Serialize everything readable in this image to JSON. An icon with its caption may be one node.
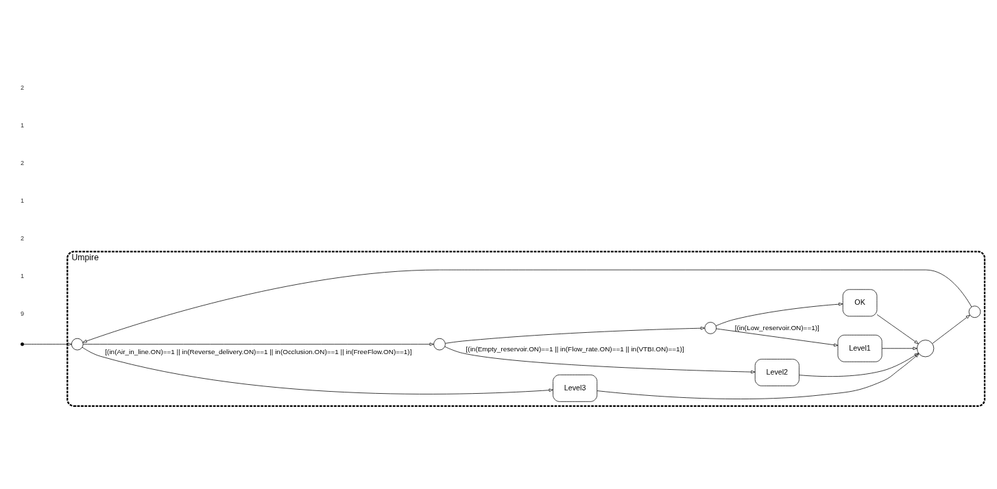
{
  "diagram": {
    "nodes": [
      {
        "text": [
          "Umpire"
        ]
      },
      {
        "text": [],
        "shape": "circle",
        "in": 0
      },
      {
        "text": [
          "Level3"
        ],
        "in": 0
      },
      {
        "text": [],
        "shape": "circle",
        "in": 0
      },
      {
        "text": [
          "Level2"
        ],
        "in": 0
      },
      {
        "text": [],
        "shape": "circle",
        "in": 0
      },
      {
        "text": [
          "Level1"
        ],
        "in": 0
      },
      {
        "text": [
          "OK"
        ],
        "in": 0
      },
      {
        "text": [],
        "shape": "circle",
        "in": 0
      },
      {
        "text": [],
        "shape": "circle",
        "in": 0
      }
    ],
    "edges": [
      {
        "from": null,
        "to": 1,
        "arrow": "to"
      },
      {
        "from": 1,
        "to": 2,
        "arrow": "to",
        "label": "[(in(Air_in_line.ON)==1 || in(Reverse_delivery.ON)==1 || in(Occlusion.ON)==1 || in(FreeFlow.ON)==1)]"
      },
      {
        "from": 1,
        "to": 3,
        "arrow": "to"
      },
      {
        "from": 3,
        "to": 4,
        "arrow": "to",
        "label": "[(in(Empty_reservoir.ON)==1 || in(Flow_rate.ON)==1 || in(VTBI.ON)==1)]"
      },
      {
        "from": 3,
        "to": 5,
        "arrow": "to"
      },
      {
        "from": 5,
        "to": 6,
        "arrow": "to",
        "label": "[(in(Low_reservoir.ON)==1)]"
      },
      {
        "from": 5,
        "to": 7,
        "arrow": "to"
      },
      {
        "from": 2,
        "to": 9,
        "arrow": "to"
      },
      {
        "from": 4,
        "to": 9,
        "arrow": "to"
      },
      {
        "from": 6,
        "to": 9,
        "arrow": "to"
      },
      {
        "from": 7,
        "to": 9,
        "arrow": "to"
      },
      {
        "from": 9,
        "to": 8,
        "arrow": "to"
      },
      {
        "from": 8,
        "to": 1,
        "arrow": "to"
      }
    ],
    "labels": [
      "9",
      "1",
      "2",
      "1",
      "2",
      "1",
      "2"
    ]
  }
}
